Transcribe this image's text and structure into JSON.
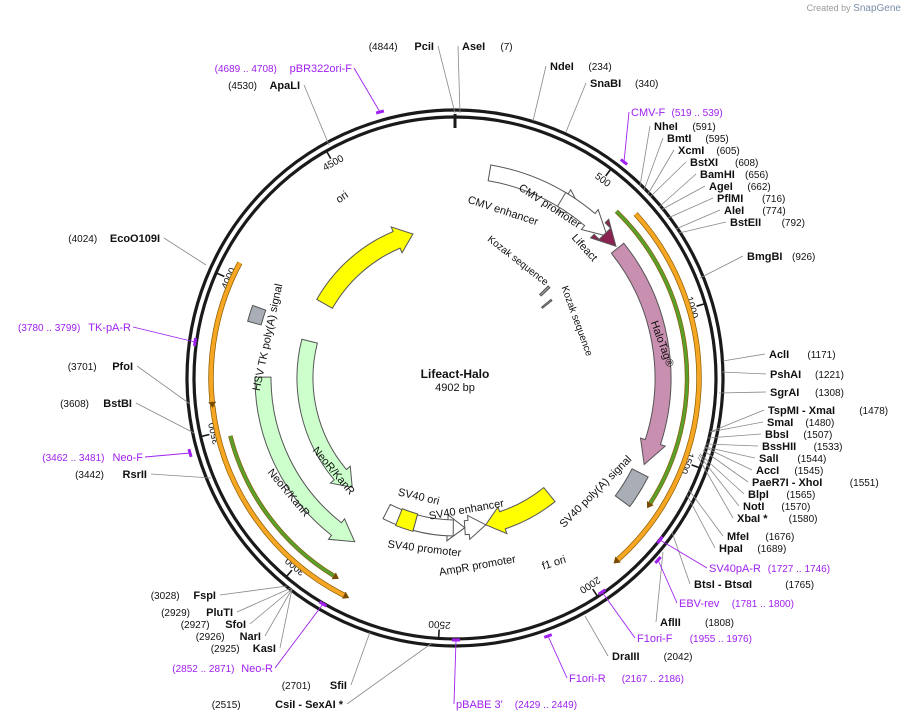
{
  "credit": {
    "prefix": "Created by",
    "brand": "SnapGene"
  },
  "plasmid": {
    "name": "Lifeact-Halo",
    "size_label": "4902 bp",
    "length": 4902
  },
  "ticks": [
    "500",
    "1000",
    "1500",
    "2000",
    "2500",
    "3000",
    "3500",
    "4000",
    "4500"
  ],
  "sites": [
    {
      "name": "PciI",
      "pos": "(4844)"
    },
    {
      "name": "AseI",
      "pos": "(7)"
    },
    {
      "name": "NdeI",
      "pos": "(234)"
    },
    {
      "name": "SnaBI",
      "pos": "(340)"
    },
    {
      "name": "NheI",
      "pos": "(591)"
    },
    {
      "name": "BmtI",
      "pos": "(595)"
    },
    {
      "name": "XcmI",
      "pos": "(605)"
    },
    {
      "name": "BstXI",
      "pos": "(608)"
    },
    {
      "name": "BamHI",
      "pos": "(656)"
    },
    {
      "name": "AgeI",
      "pos": "(662)"
    },
    {
      "name": "PflMI",
      "pos": "(716)"
    },
    {
      "name": "AleI",
      "pos": "(774)"
    },
    {
      "name": "BstEII",
      "pos": "(792)"
    },
    {
      "name": "BmgBI",
      "pos": "(926)"
    },
    {
      "name": "AclI",
      "pos": "(1171)"
    },
    {
      "name": "PshAI",
      "pos": "(1221)"
    },
    {
      "name": "SgrAI",
      "pos": "(1308)"
    },
    {
      "name": "TspMI - XmaI",
      "pos": "(1478)"
    },
    {
      "name": "SmaI",
      "pos": "(1480)"
    },
    {
      "name": "BbsI",
      "pos": "(1507)"
    },
    {
      "name": "BssHII",
      "pos": "(1533)"
    },
    {
      "name": "SalI",
      "pos": "(1544)"
    },
    {
      "name": "AccI",
      "pos": "(1545)"
    },
    {
      "name": "PaeR7I - XhoI",
      "pos": "(1551)"
    },
    {
      "name": "BlpI",
      "pos": "(1565)"
    },
    {
      "name": "NotI",
      "pos": "(1570)"
    },
    {
      "name": "XbaI *",
      "pos": "(1580)"
    },
    {
      "name": "MfeI",
      "pos": "(1676)"
    },
    {
      "name": "HpaI",
      "pos": "(1689)"
    },
    {
      "name": "BtsI - BtsαI",
      "pos": "(1765)"
    },
    {
      "name": "AflII",
      "pos": "(1808)"
    },
    {
      "name": "DraIII",
      "pos": "(2042)"
    },
    {
      "name": "CsiI - SexAI *",
      "pos": "(2515)"
    },
    {
      "name": "SfiI",
      "pos": "(2701)"
    },
    {
      "name": "KasI",
      "pos": "(2925)"
    },
    {
      "name": "NarI",
      "pos": "(2926)"
    },
    {
      "name": "SfoI",
      "pos": "(2927)"
    },
    {
      "name": "PluTI",
      "pos": "(2929)"
    },
    {
      "name": "FspI",
      "pos": "(3028)"
    },
    {
      "name": "RsrII",
      "pos": "(3442)"
    },
    {
      "name": "BstBI",
      "pos": "(3608)"
    },
    {
      "name": "PfoI",
      "pos": "(3701)"
    },
    {
      "name": "EcoO109I",
      "pos": "(4024)"
    },
    {
      "name": "ApaLI",
      "pos": "(4530)"
    }
  ],
  "primers": [
    {
      "name": "pBR322ori-F",
      "range": "(4689 .. 4708)"
    },
    {
      "name": "CMV-F",
      "range": "(519 .. 539)"
    },
    {
      "name": "SV40pA-R",
      "range": "(1727 .. 1746)"
    },
    {
      "name": "EBV-rev",
      "range": "(1781 .. 1800)"
    },
    {
      "name": "F1ori-F",
      "range": "(1955 .. 1976)"
    },
    {
      "name": "F1ori-R",
      "range": "(2167 .. 2186)"
    },
    {
      "name": "pBABE 3'",
      "range": "(2429 .. 2449)"
    },
    {
      "name": "Neo-R",
      "range": "(2852 .. 2871)"
    },
    {
      "name": "Neo-F",
      "range": "(3462 .. 3481)"
    },
    {
      "name": "TK-pA-R",
      "range": "(3780 .. 3799)"
    }
  ],
  "features": [
    {
      "name": "CMV enhancer",
      "type": "enhancer",
      "color": "#ffffff"
    },
    {
      "name": "CMV promoter",
      "type": "promoter",
      "color": "#ffffff"
    },
    {
      "name": "Lifeact",
      "type": "cds",
      "color": "#8b2252"
    },
    {
      "name": "Kozak sequence",
      "type": "misc",
      "color": "#999999"
    },
    {
      "name": "Kozak sequence",
      "type": "misc",
      "color": "#999999"
    },
    {
      "name": "HaloTag®",
      "type": "cds",
      "color": "#c98fb0"
    },
    {
      "name": "SV40 poly(A) signal",
      "type": "terminator",
      "color": "#a9adb5"
    },
    {
      "name": "f1 ori",
      "type": "origin",
      "color": "#ffff00"
    },
    {
      "name": "AmpR promoter",
      "type": "promoter",
      "color": "#ffffff"
    },
    {
      "name": "SV40 promoter",
      "type": "promoter",
      "color": "#ffffff"
    },
    {
      "name": "SV40 ori",
      "type": "origin",
      "color": "#ffff00"
    },
    {
      "name": "SV40 enhancer",
      "type": "enhancer",
      "color": "#ffffff"
    },
    {
      "name": "NeoR/KanR",
      "type": "cds",
      "color": "#ccffcc"
    },
    {
      "name": "NeoR/KanR",
      "type": "cds",
      "color": "#ccffcc"
    },
    {
      "name": "HSV TK poly(A) signal",
      "type": "terminator",
      "color": "#a9adb5"
    },
    {
      "name": "ori",
      "type": "origin",
      "color": "#ffff00"
    }
  ],
  "colors": {
    "backbone": "#1a1a1a",
    "primer": "#a020f0",
    "label": "#111111",
    "leader": "#888888",
    "orf_outer": "#f5a623",
    "orf_inner": "#5aa02c"
  }
}
